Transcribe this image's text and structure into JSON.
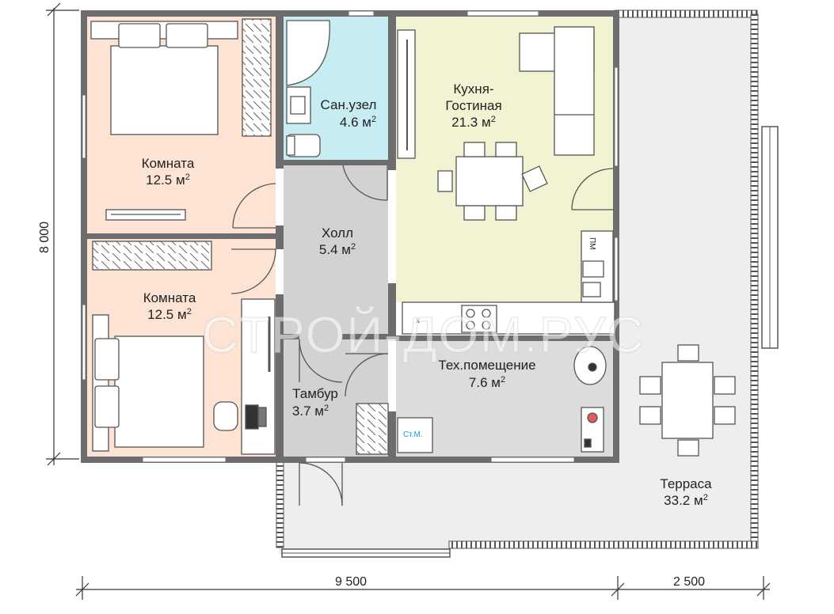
{
  "plan": {
    "dim_vertical": "8 000",
    "dim_main": "9 500",
    "dim_terrace": "2 500",
    "watermark": "СТРОЙ-ДОМ.РУС",
    "area_unit": "м",
    "area_sup": "2"
  },
  "rooms": {
    "bedroom1": {
      "name": "Комната",
      "area": "12.5"
    },
    "bathroom": {
      "name": "Сан.узел",
      "area": "4.6"
    },
    "kitchen": {
      "name1": "Кухня-",
      "name2": "Гостиная",
      "area": "21.3"
    },
    "hall": {
      "name": "Холл",
      "area": "5.4"
    },
    "bedroom2": {
      "name": "Комната",
      "area": "12.5"
    },
    "vestibule": {
      "name": "Тамбур",
      "area": "3.7"
    },
    "tech": {
      "name": "Тех.помещение",
      "area": "7.6"
    },
    "terrace": {
      "name": "Терраса",
      "area": "33.2"
    }
  },
  "appliances": {
    "dishwasher": "ПМ",
    "sink_mark": "x",
    "washer": "Ст.М."
  },
  "colors": {
    "bedroom": "#fde3d3",
    "bathroom": "#c7ecf1",
    "kitchen": "#f1f3d2",
    "hall": "#d2d2d2",
    "tech": "#dcdcdc",
    "wall": "#6d6d6d",
    "washer_text": "#1a9fd8"
  }
}
